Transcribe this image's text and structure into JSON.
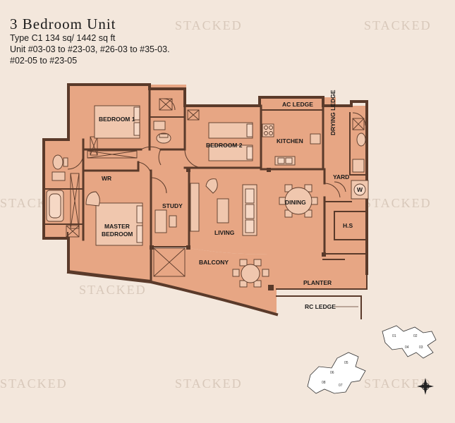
{
  "header": {
    "title": "3 Bedroom Unit",
    "line1": "Type C1 134 sq/ 1442 sq ft",
    "line2": "Unit #03-03 to #23-03, #26-03 to #35-03.",
    "line3": "#02-05 to #23-05"
  },
  "watermark": "STACKED",
  "rooms": {
    "bedroom1": "BEDROOM 1",
    "bedroom2": "BEDROOM 2",
    "ac_ledge": "AC LEDGE",
    "drying_ledge": "DRYING LEDGE",
    "kitchen": "KITCHEN",
    "wr": "WR",
    "yard": "YARD",
    "w": "W",
    "study": "STUDY",
    "dining": "DINING",
    "master_line1": "MASTER",
    "master_line2": "BEDROOM",
    "living": "LIVING",
    "hs": "H.S",
    "balcony": "BALCONY",
    "planter": "PLANTER",
    "rc_ledge": "RC LEDGE"
  },
  "keyplan_labels": [
    "01",
    "02",
    "03",
    "04",
    "05",
    "06",
    "07",
    "08"
  ],
  "colors": {
    "background": "#f3e7dc",
    "floor": "#e7a684",
    "wall": "#5a3a2a"
  }
}
